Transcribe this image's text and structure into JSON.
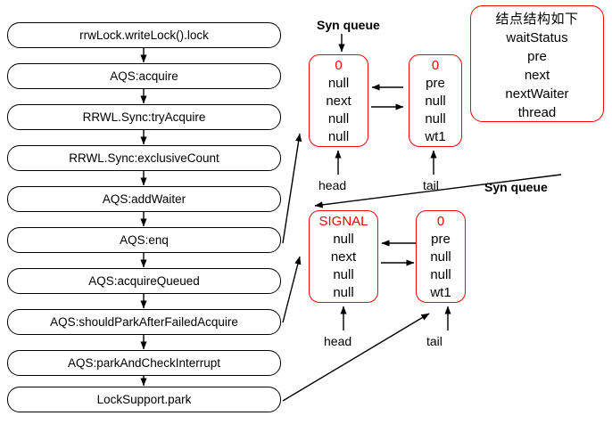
{
  "flow": {
    "steps": [
      {
        "label": "rrwLock.writeLock().lock"
      },
      {
        "label": "AQS:acquire"
      },
      {
        "label": "RRWL.Sync:tryAcquire"
      },
      {
        "label": "RRWL.Sync:exclusiveCount"
      },
      {
        "label": "AQS:addWaiter"
      },
      {
        "label": "AQS:enq"
      },
      {
        "label": "AQS:acquireQueued"
      },
      {
        "label": "AQS:shouldParkAfterFailedAcquire"
      },
      {
        "label": "AQS:parkAndCheckInterrupt"
      },
      {
        "label": "LockSupport.park"
      }
    ]
  },
  "queues": [
    {
      "title": "Syn queue",
      "head_label": "head",
      "tail_label": "tail",
      "nodes": [
        {
          "waitStatus": "0",
          "fields": [
            "null",
            "next",
            "null",
            "null"
          ]
        },
        {
          "waitStatus": "0",
          "fields": [
            "pre",
            "null",
            "null",
            "wt1"
          ]
        }
      ]
    },
    {
      "title": "Syn queue",
      "head_label": "head",
      "tail_label": "tail",
      "nodes": [
        {
          "waitStatus": "SIGNAL",
          "fields": [
            "null",
            "next",
            "null",
            "null"
          ]
        },
        {
          "waitStatus": "0",
          "fields": [
            "pre",
            "null",
            "null",
            "wt1"
          ]
        }
      ]
    }
  ],
  "legend": {
    "title": "结点结构如下",
    "fields": [
      "waitStatus",
      "pre",
      "next",
      "nextWaiter",
      "thread"
    ]
  },
  "colors": {
    "node_border": "#ff0000",
    "waitstatus_text": "#ff0000",
    "box_border": "#000000",
    "arrow": "#000000",
    "background": "#ffffff"
  }
}
